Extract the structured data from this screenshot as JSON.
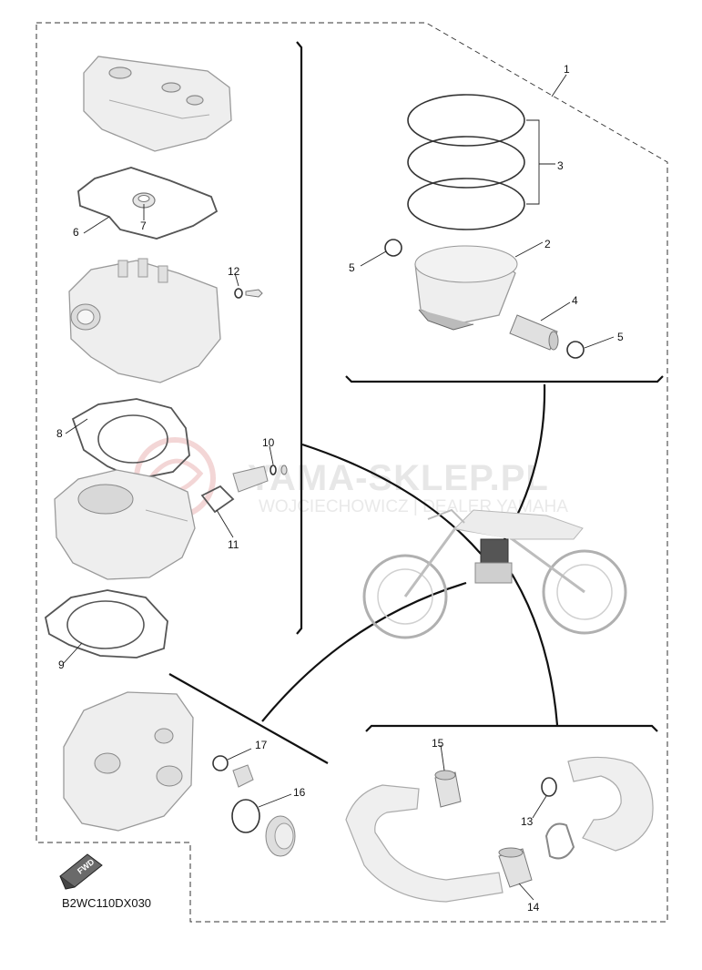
{
  "diagram_code": "B2WC110DX030",
  "fwd_label": "FWD",
  "watermark": {
    "title": "YAMA-SKLEP.PL",
    "subtitle": "WOJCIECHOWICZ | DEALER YAMAHA"
  },
  "callouts": [
    {
      "id": "c1",
      "label": "1"
    },
    {
      "id": "c2",
      "label": "2"
    },
    {
      "id": "c3",
      "label": "3"
    },
    {
      "id": "c4",
      "label": "4"
    },
    {
      "id": "c5a",
      "label": "5"
    },
    {
      "id": "c5b",
      "label": "5"
    },
    {
      "id": "c6",
      "label": "6"
    },
    {
      "id": "c7",
      "label": "7"
    },
    {
      "id": "c8",
      "label": "8"
    },
    {
      "id": "c9",
      "label": "9"
    },
    {
      "id": "c10",
      "label": "10"
    },
    {
      "id": "c11",
      "label": "11"
    },
    {
      "id": "c12",
      "label": "12"
    },
    {
      "id": "c13",
      "label": "13"
    },
    {
      "id": "c14",
      "label": "14"
    },
    {
      "id": "c15",
      "label": "15"
    },
    {
      "id": "c16",
      "label": "16"
    },
    {
      "id": "c17",
      "label": "17"
    }
  ]
}
